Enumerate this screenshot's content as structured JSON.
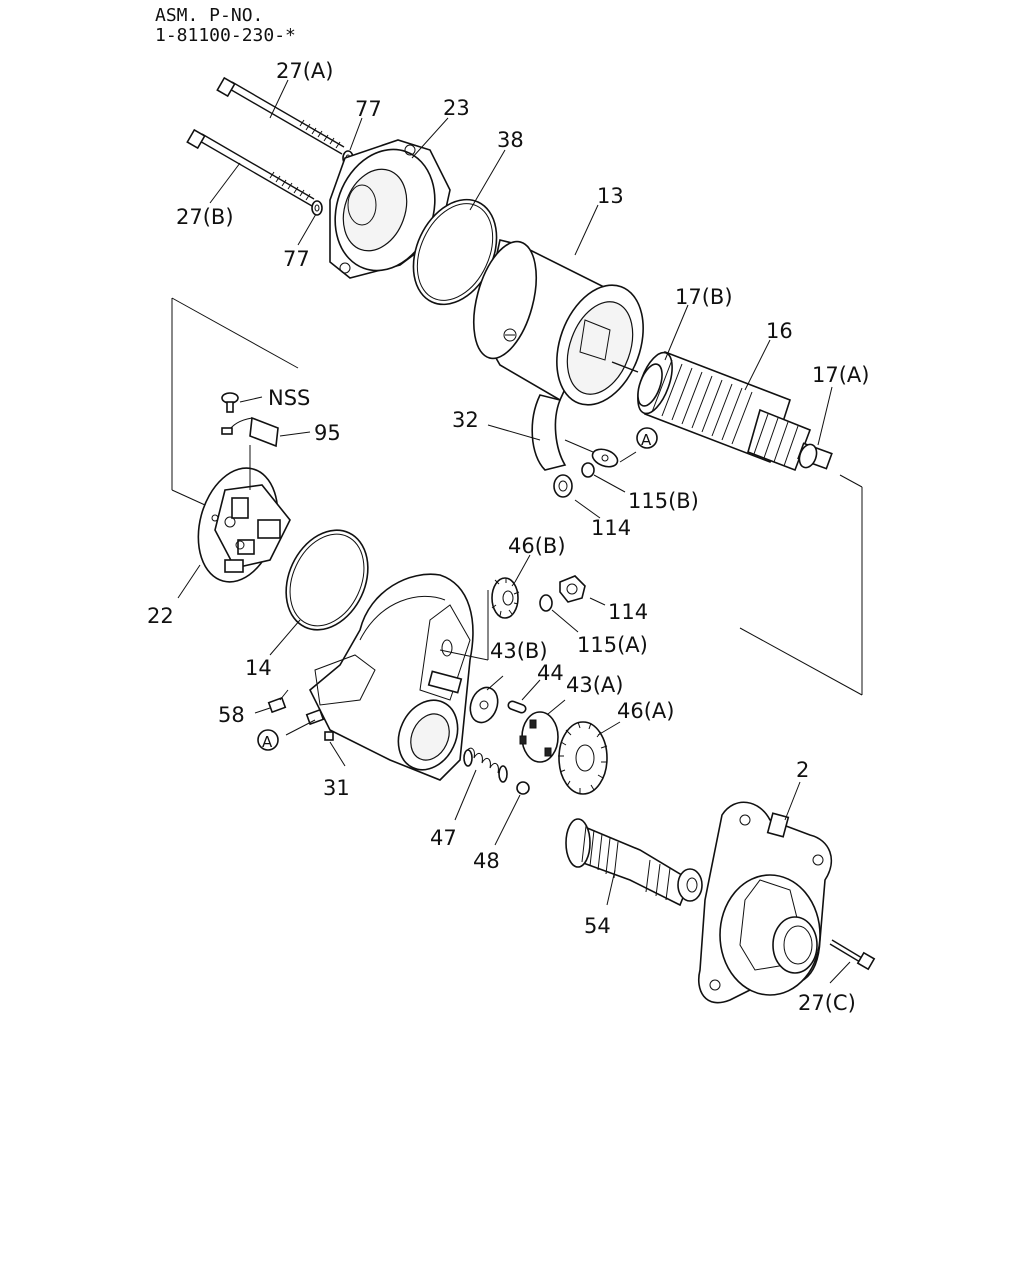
{
  "header": {
    "line1": "ASM. P-NO.",
    "line2": "1-81100-230-*"
  },
  "labels": {
    "l27a": "27(A)",
    "l77a": "77",
    "l23": "23",
    "l38": "38",
    "l27b": "27(B)",
    "l77b": "77",
    "l13": "13",
    "l17b": "17(B)",
    "l16": "16",
    "l17a": "17(A)",
    "lnss": "NSS",
    "l95": "95",
    "l32": "32",
    "lrefA1": "A",
    "l115b": "115(B)",
    "l114a": "114",
    "l46b": "46(B)",
    "l114b": "114",
    "l115a": "115(A)",
    "l22": "22",
    "l14": "14",
    "l43b": "43(B)",
    "l44": "44",
    "l43a": "43(A)",
    "l46a": "46(A)",
    "l58": "58",
    "lrefA2": "A",
    "l31": "31",
    "l2": "2",
    "l47": "47",
    "l48": "48",
    "l54": "54",
    "l27c": "27(C)"
  }
}
